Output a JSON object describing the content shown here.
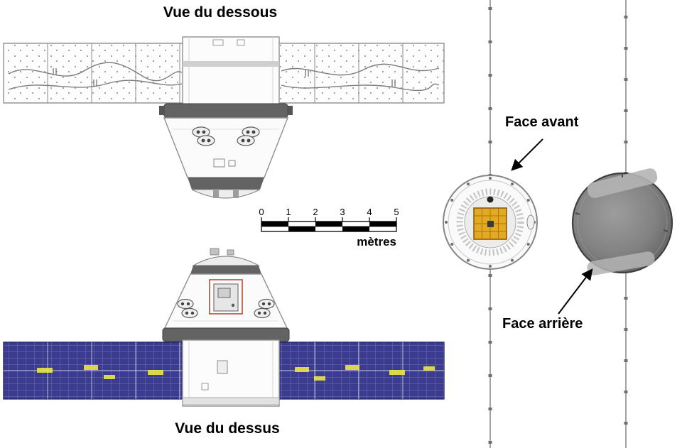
{
  "labels": {
    "top_view": "Vue du dessous",
    "bottom_view": "Vue du dessus",
    "front_face": "Face avant",
    "rear_face": "Face arrière"
  },
  "scale_bar": {
    "ticks": [
      "0",
      "1",
      "2",
      "3",
      "4",
      "5"
    ],
    "unit": "mètres"
  },
  "colors": {
    "solar_panel_blue": "#3b3c8f",
    "solar_highlight": "#e8e34a",
    "hatch_gold": "#e3aa1f",
    "band_dark": "#636363",
    "radiator_gray": "#b4b4b4"
  }
}
